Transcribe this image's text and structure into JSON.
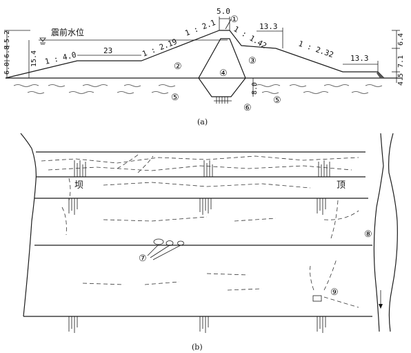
{
  "section_a": {
    "caption": "(a)",
    "water_level_label": "震前水位",
    "crest_width": "5.0",
    "berm_width_left": "23",
    "top_right_width": "13.3",
    "bottom_right_width": "13.3",
    "slope_upstream_lower": "1 : 4.0",
    "slope_upstream_upper": "1 : 2.19",
    "slope_crest_left": "1 : 2.1",
    "slope_crest_right": "1 : 1.42",
    "slope_downstream": "1 : 2.32",
    "left_dim_1": "6.0",
    "left_dim_2": "6.8",
    "left_dim_3": "5.2",
    "left_dim_inner": "15.4",
    "right_dim_1": "6.4",
    "right_dim_2": "7.1",
    "right_dim_3": "4.5",
    "core_depth": "8.0",
    "markers": {
      "m1": "①",
      "m2": "②",
      "m3": "③",
      "m4": "④",
      "m5a": "⑤",
      "m5b": "⑤",
      "m6": "⑥"
    }
  },
  "plan_b": {
    "caption": "(b)",
    "label_left": "坝",
    "label_right": "顶",
    "markers": {
      "m7": "⑦",
      "m8": "⑧",
      "m9": "⑨"
    }
  }
}
